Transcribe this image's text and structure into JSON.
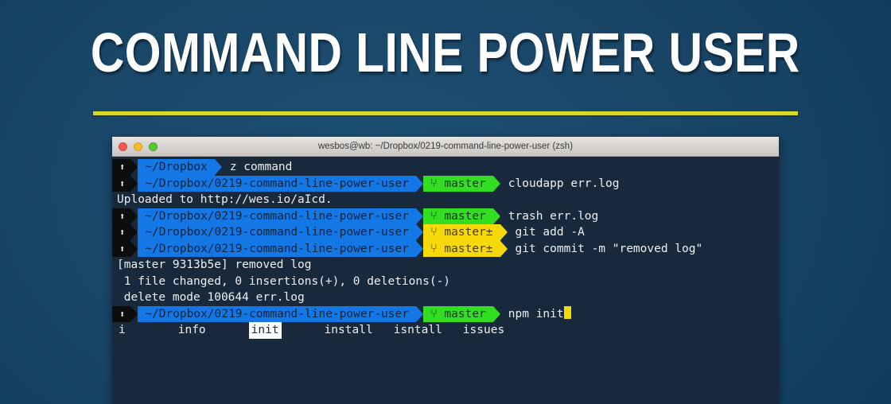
{
  "slide": {
    "title": "COMMAND LINE POWER USER",
    "rule_color": "#d8d92a",
    "background_color": "#1a4668"
  },
  "terminal": {
    "titlebar": {
      "title": "wesbos@wb: ~/Dropbox/0219-command-line-power-user (zsh)",
      "buttons": [
        {
          "name": "close",
          "color": "#f35a4b"
        },
        {
          "name": "minimize",
          "color": "#f5bc2e"
        },
        {
          "name": "zoom",
          "color": "#57c72f"
        }
      ]
    },
    "colors": {
      "background": "#18293b",
      "path_segment": "#1477e6",
      "git_clean": "#33dd22",
      "git_dirty": "#f5d90a",
      "status_segment": "#0d0d0d",
      "cursor": "#f5d90a",
      "text": "#eceff3"
    },
    "glyphs": {
      "status_icon": "⬆",
      "branch_icon": "⑂",
      "dirty_marker": "±"
    },
    "lines": [
      {
        "type": "prompt",
        "status_icon": "⬆",
        "path": "~/Dropbox",
        "git": null,
        "git_state": null,
        "command": "z command"
      },
      {
        "type": "prompt",
        "status_icon": "⬆",
        "path": "~/Dropbox/0219-command-line-power-user",
        "git": "⑂ master",
        "git_state": "clean",
        "command": "cloudapp err.log"
      },
      {
        "type": "output",
        "text": "Uploaded to http://wes.io/aIcd."
      },
      {
        "type": "prompt",
        "status_icon": "⬆",
        "path": "~/Dropbox/0219-command-line-power-user",
        "git": "⑂ master",
        "git_state": "clean",
        "command": "trash err.log"
      },
      {
        "type": "prompt",
        "status_icon": "⬆",
        "path": "~/Dropbox/0219-command-line-power-user",
        "git": "⑂ master±",
        "git_state": "dirty",
        "command": "git add -A"
      },
      {
        "type": "prompt",
        "status_icon": "⬆",
        "path": "~/Dropbox/0219-command-line-power-user",
        "git": "⑂ master±",
        "git_state": "dirty",
        "command": "git commit -m \"removed log\""
      },
      {
        "type": "output",
        "text": "[master 9313b5e] removed log"
      },
      {
        "type": "output",
        "text": " 1 file changed, 0 insertions(+), 0 deletions(-)"
      },
      {
        "type": "output",
        "text": " delete mode 100644 err.log"
      },
      {
        "type": "prompt",
        "status_icon": "⬆",
        "path": "~/Dropbox/0219-command-line-power-user",
        "git": "⑂ master",
        "git_state": "clean",
        "command": "npm init",
        "cursor": true
      }
    ],
    "completion": {
      "prefix": "i",
      "items": [
        {
          "label": "info",
          "selected": false
        },
        {
          "label": "init",
          "selected": true
        },
        {
          "label": "install",
          "selected": false
        },
        {
          "label": "isntall",
          "selected": false
        },
        {
          "label": "issues",
          "selected": false
        }
      ]
    }
  }
}
